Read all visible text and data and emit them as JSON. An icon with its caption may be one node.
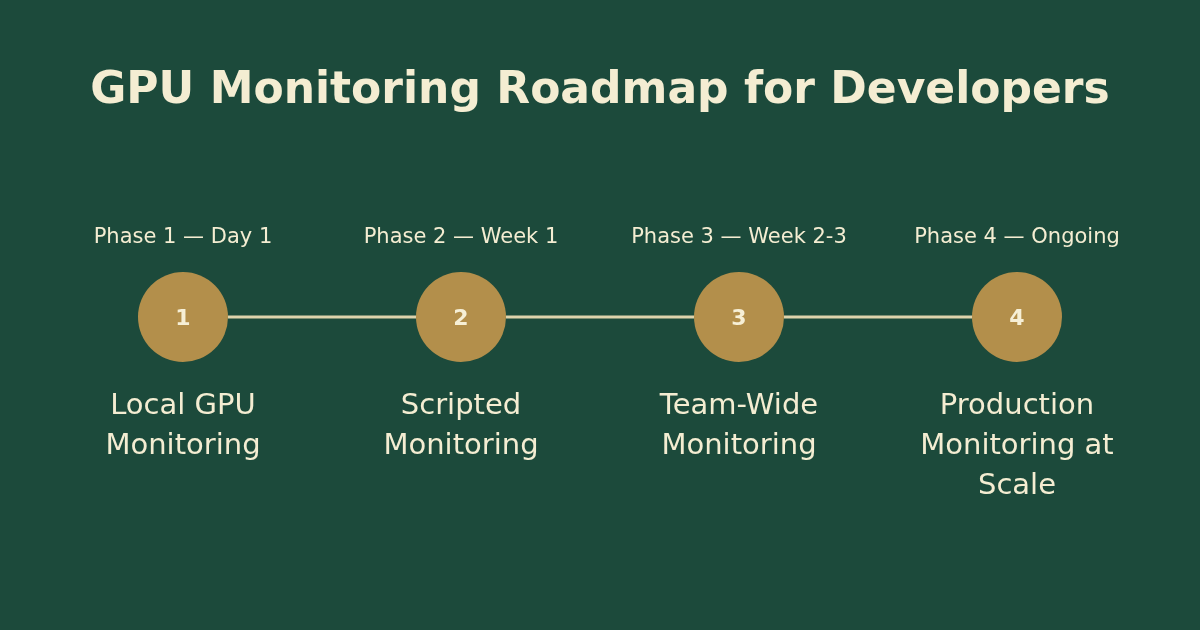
{
  "diagram": {
    "title": "GPU Monitoring Roadmap for Developers",
    "nodes": [
      {
        "text": [
          "1"
        ],
        "beside": [
          "Phase 1 — Day 1",
          "Local GPU Monitoring"
        ]
      },
      {
        "text": [
          "2"
        ],
        "beside": [
          "Phase 2 — Week 1",
          "Scripted Monitoring"
        ]
      },
      {
        "text": [
          "3"
        ],
        "beside": [
          "Phase 3 — Week 2-3",
          "Team-Wide Monitoring"
        ]
      },
      {
        "text": [
          "4"
        ],
        "beside": [
          "Phase 4 — Ongoing",
          "Production Monitoring at Scale"
        ]
      }
    ],
    "edges": [
      {
        "from": 0,
        "to": 1,
        "arrow": "none"
      },
      {
        "from": 1,
        "to": 2,
        "arrow": "none"
      },
      {
        "from": 2,
        "to": 3,
        "arrow": "none"
      }
    ]
  }
}
